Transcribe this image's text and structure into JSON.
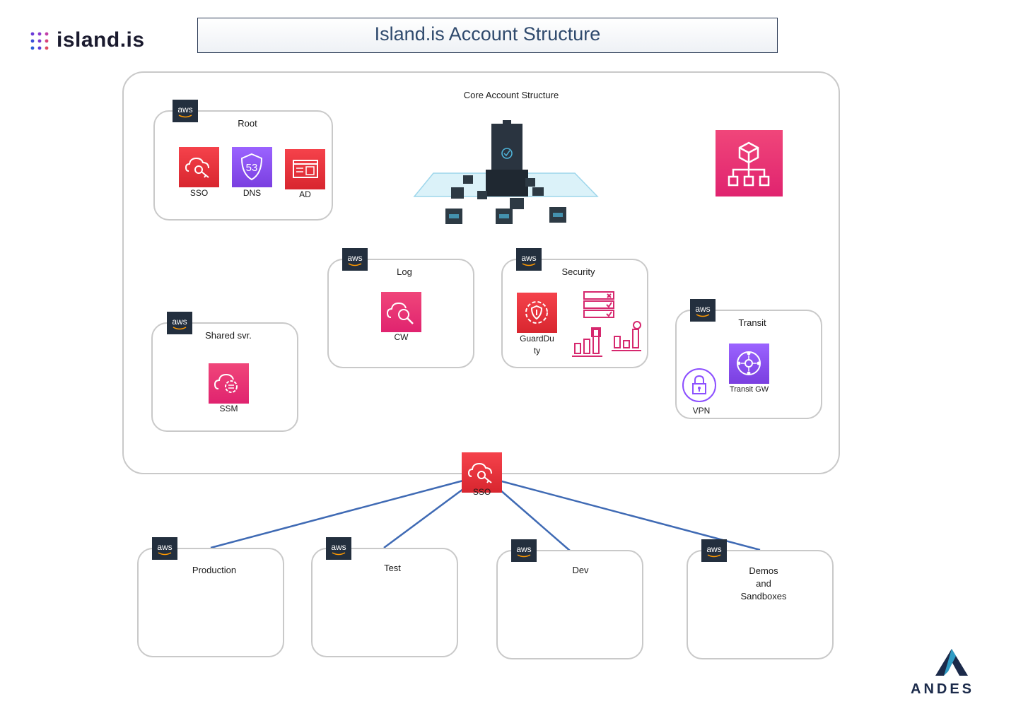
{
  "header": {
    "logo_text": "island.is",
    "title": "Island.is Account Structure"
  },
  "core": {
    "label": "Core Account Structure"
  },
  "accounts": {
    "root": {
      "label": "Root",
      "services": [
        "SSO",
        "DNS",
        "AD"
      ]
    },
    "log": {
      "label": "Log",
      "service": "CW"
    },
    "security": {
      "label": "Security",
      "service_line1": "GuardDu",
      "service_line2": "ty"
    },
    "shared": {
      "label": "Shared svr.",
      "service": "SSM"
    },
    "transit": {
      "label": "Transit",
      "vpn": "VPN",
      "tgw": "Transit GW"
    }
  },
  "sso_hub": {
    "label": "SSO"
  },
  "workloads": [
    {
      "label_lines": [
        "Production"
      ]
    },
    {
      "label_lines": [
        "Test"
      ]
    },
    {
      "label_lines": [
        "Dev"
      ]
    },
    {
      "label_lines": [
        "Demos",
        "and",
        "Sandboxes"
      ]
    }
  ],
  "aws_badge": "aws",
  "footer": {
    "brand": "ANDES"
  },
  "icons": [
    "sso-icon",
    "route53-icon",
    "directory-service-icon",
    "cloudwatch-icon",
    "guardduty-icon",
    "security-hub-icon",
    "ssm-icon",
    "vpn-icon",
    "transit-gateway-icon",
    "organizations-icon",
    "control-tower-icon"
  ],
  "colors": {
    "security_red": "#e7343c",
    "mgmt_pink": "#e7157b",
    "network_purple": "#8c4fff",
    "aws_dark": "#232f3e",
    "connector_blue": "#3f6ab4"
  }
}
